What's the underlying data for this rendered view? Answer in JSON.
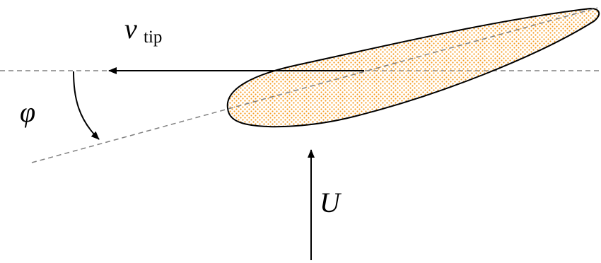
{
  "labels": {
    "velocity_symbol": "v",
    "velocity_subscript": "tip",
    "angle_symbol": "φ",
    "flow_symbol": "U"
  },
  "colors": {
    "line": "#000000",
    "dashed_line": "#808080",
    "airfoil_fill_dots": "#f59a1f",
    "background": "#ffffff"
  }
}
